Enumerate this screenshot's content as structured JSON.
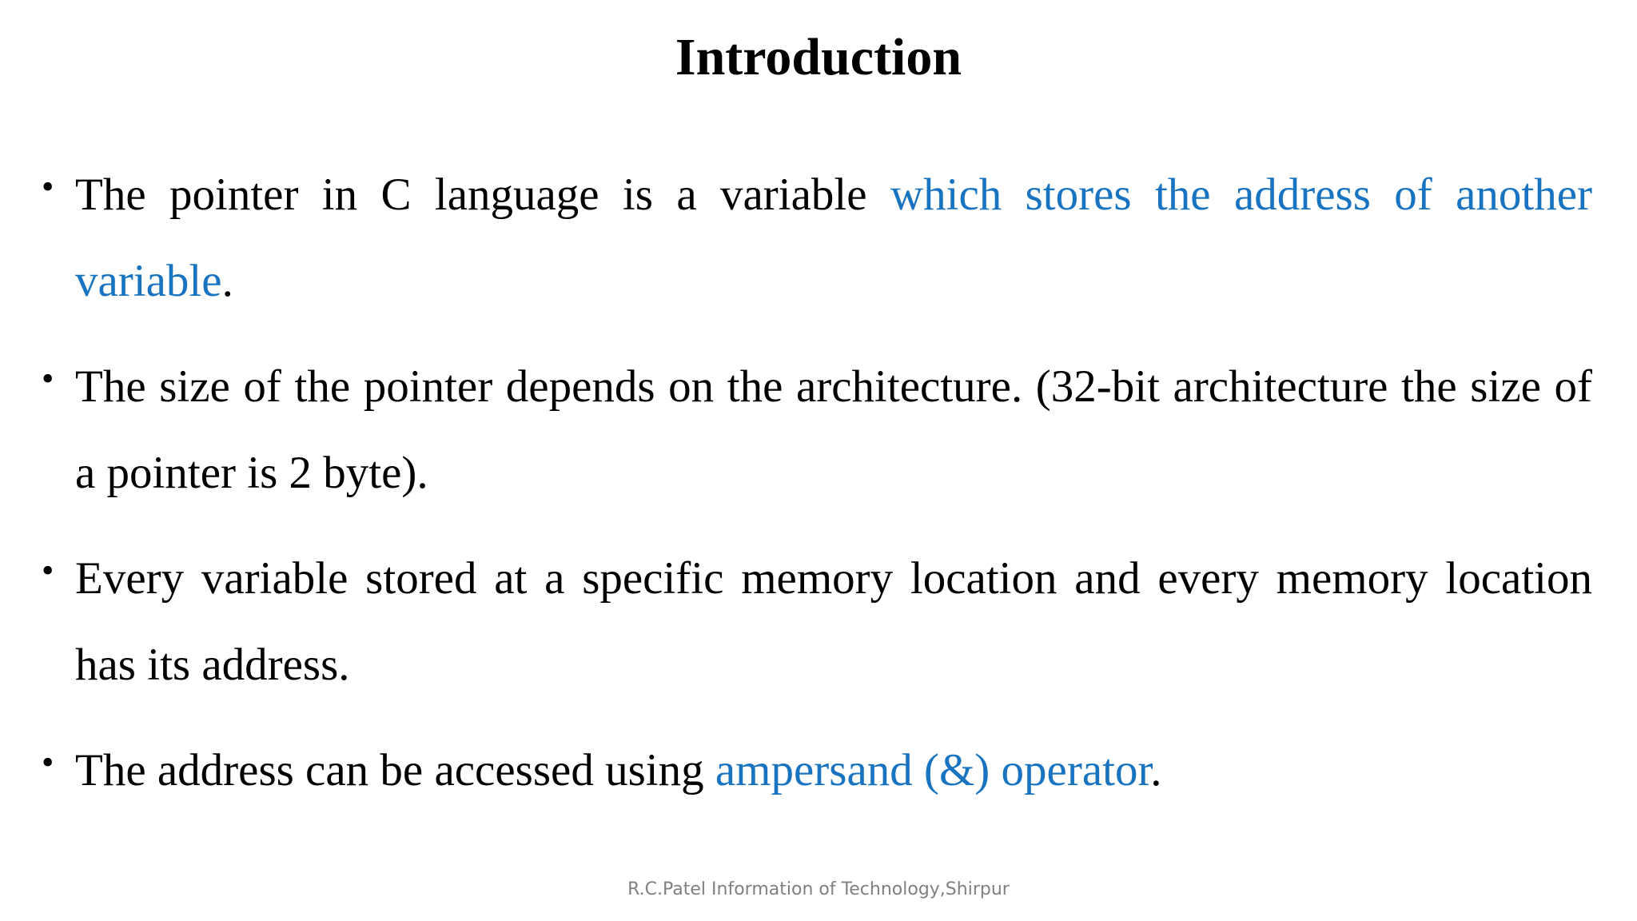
{
  "slide": {
    "title": "Introduction",
    "bullets": [
      {
        "segments": [
          {
            "text": "The pointer in C language is a variable ",
            "accent": false
          },
          {
            "text": "which stores the address of another variable",
            "accent": true
          },
          {
            "text": ".",
            "accent": false
          }
        ]
      },
      {
        "segments": [
          {
            "text": "The size of the pointer depends on the architecture. (32-bit architecture the size of a pointer is 2 byte).",
            "accent": false
          }
        ]
      },
      {
        "segments": [
          {
            "text": "Every variable stored at a specific memory location and every memory location has its address.",
            "accent": false
          }
        ]
      },
      {
        "segments": [
          {
            "text": "The address can be accessed using ",
            "accent": false
          },
          {
            "text": "ampersand (&) operator",
            "accent": true
          },
          {
            "text": ".",
            "accent": false
          }
        ]
      }
    ],
    "bullet_symbol": "•",
    "footer": "R.C.Patel Information of Technology,Shirpur"
  },
  "colors": {
    "text": "#000000",
    "accent": "#1873c0",
    "footer": "#808080",
    "background": "#ffffff"
  }
}
